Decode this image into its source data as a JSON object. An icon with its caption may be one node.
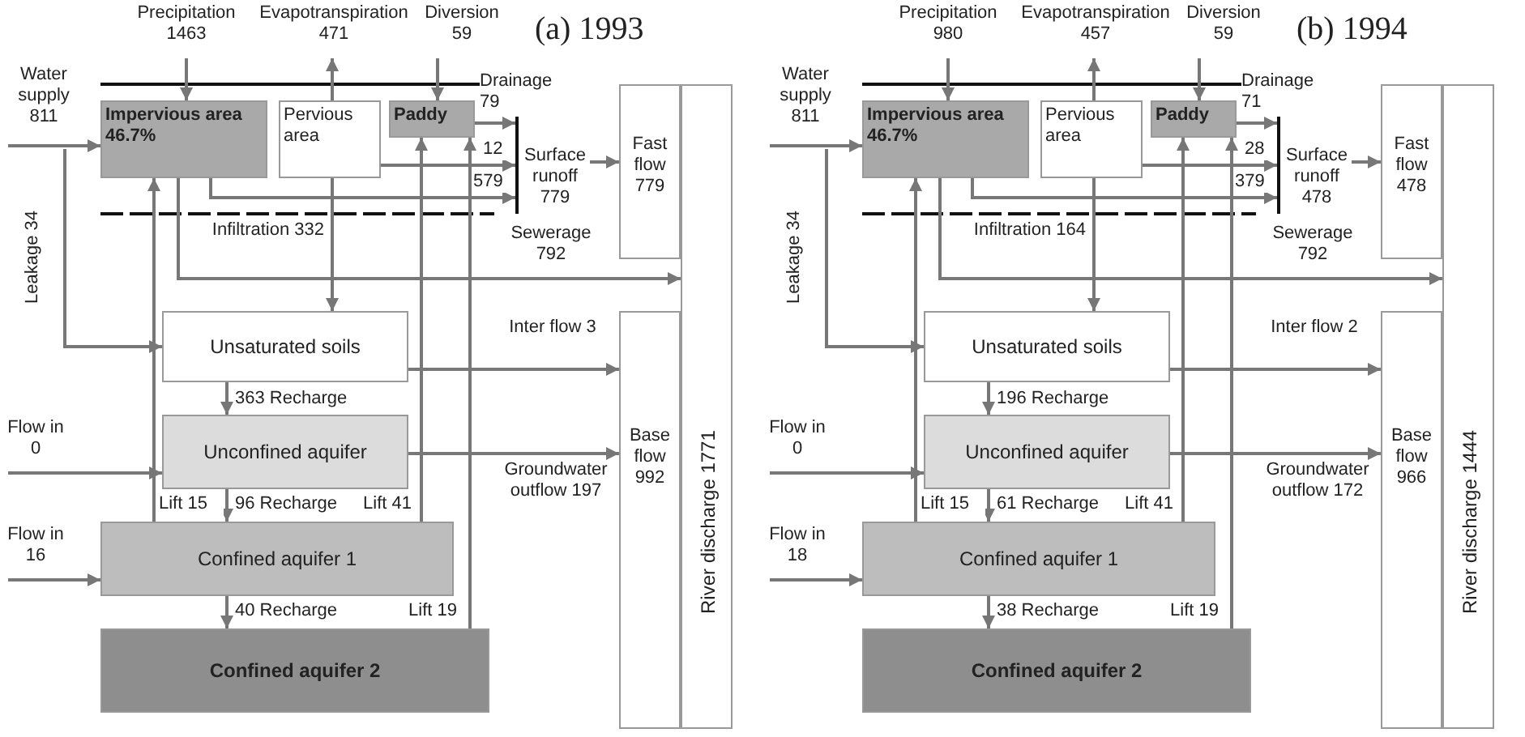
{
  "diagram": {
    "nodes": [
      {
        "text": [
          "Impervious area 46.7%"
        ]
      },
      {
        "text": [
          "Pervious area"
        ]
      },
      {
        "text": [
          "Paddy"
        ]
      },
      {
        "text": [
          "Surface runoff 779"
        ]
      },
      {
        "text": [
          "Fast flow 779"
        ]
      },
      {
        "text": [
          "Unsaturated soils"
        ]
      },
      {
        "text": [
          "Unconfined aquifer"
        ]
      },
      {
        "text": [
          "Confined aquifer 1"
        ]
      },
      {
        "text": [
          "Confined aquifer 2"
        ]
      },
      {
        "text": [
          "Base flow 992"
        ]
      },
      {
        "text": [
          "River discharge 1771"
        ]
      },
      {
        "text": [
          "Impervious area 46.7%"
        ]
      },
      {
        "text": [
          "Pervious area"
        ]
      },
      {
        "text": [
          "Paddy"
        ]
      },
      {
        "text": [
          "Surface runoff 478"
        ]
      },
      {
        "text": [
          "Fast flow 478"
        ]
      },
      {
        "text": [
          "Unsaturated soils"
        ]
      },
      {
        "text": [
          "Unconfined aquifer"
        ]
      },
      {
        "text": [
          "Confined aquifer 1"
        ]
      },
      {
        "text": [
          "Confined aquifer 2"
        ]
      },
      {
        "text": [
          "Base flow 966"
        ]
      },
      {
        "text": [
          "River discharge 1444"
        ]
      }
    ],
    "edges": [
      {
        "from": null,
        "to": 0,
        "arrow": "to",
        "label": "Precipitation 1463"
      },
      {
        "from": 1,
        "to": null,
        "arrow": "to",
        "label": "Evapotranspiration 471"
      },
      {
        "from": null,
        "to": 2,
        "arrow": "to",
        "label": "Diversion 59"
      },
      {
        "from": null,
        "to": 0,
        "arrow": "to",
        "label": "Water supply 811"
      },
      {
        "from": 2,
        "to": 3,
        "arrow": "to",
        "label": "Drainage 79"
      },
      {
        "from": 1,
        "to": 3,
        "arrow": "to",
        "label": "12"
      },
      {
        "from": 0,
        "to": 3,
        "arrow": "to",
        "label": "579"
      },
      {
        "from": 3,
        "to": 4,
        "arrow": "to"
      },
      {
        "from": null,
        "to": 5,
        "arrow": "to",
        "label": "Leakage 34"
      },
      {
        "from": 1,
        "to": 5,
        "arrow": "to",
        "label": "Infiltration 332"
      },
      {
        "from": 0,
        "to": 10,
        "arrow": "to",
        "label": "Sewerage 792"
      },
      {
        "from": 5,
        "to": 9,
        "arrow": "to",
        "label": "Inter flow 3"
      },
      {
        "from": 5,
        "to": 6,
        "arrow": "to",
        "label": "363 Recharge"
      },
      {
        "from": 6,
        "to": 9,
        "arrow": "to",
        "label": "Groundwater outflow 197"
      },
      {
        "from": 6,
        "to": 7,
        "arrow": "to",
        "label": "96 Recharge"
      },
      {
        "from": 7,
        "to": 8,
        "arrow": "to",
        "label": "40 Recharge"
      },
      {
        "from": null,
        "to": 6,
        "arrow": "to",
        "label": "Flow in 0"
      },
      {
        "from": null,
        "to": 7,
        "arrow": "to",
        "label": "Flow in 16"
      },
      {
        "from": 7,
        "to": 0,
        "arrow": "to",
        "label": "Lift 15"
      },
      {
        "from": 7,
        "to": 2,
        "arrow": "to",
        "label": "Lift 41"
      },
      {
        "from": 8,
        "to": 2,
        "arrow": "to",
        "label": "Lift 19"
      },
      {
        "from": null,
        "to": 11,
        "arrow": "to",
        "label": "Precipitation 980"
      },
      {
        "from": 12,
        "to": null,
        "arrow": "to",
        "label": "Evapotranspiration 457"
      },
      {
        "from": null,
        "to": 13,
        "arrow": "to",
        "label": "Diversion 59"
      },
      {
        "from": null,
        "to": 11,
        "arrow": "to",
        "label": "Water supply 811"
      },
      {
        "from": 13,
        "to": 14,
        "arrow": "to",
        "label": "Drainage 71"
      },
      {
        "from": 12,
        "to": 14,
        "arrow": "to",
        "label": "28"
      },
      {
        "from": 11,
        "to": 14,
        "arrow": "to",
        "label": "379"
      },
      {
        "from": 14,
        "to": 15,
        "arrow": "to"
      },
      {
        "from": null,
        "to": 16,
        "arrow": "to",
        "label": "Leakage 34"
      },
      {
        "from": 12,
        "to": 16,
        "arrow": "to",
        "label": "Infiltration 164"
      },
      {
        "from": 11,
        "to": 21,
        "arrow": "to",
        "label": "Sewerage 792"
      },
      {
        "from": 16,
        "to": 20,
        "arrow": "to",
        "label": "Inter flow 2"
      },
      {
        "from": 16,
        "to": 17,
        "arrow": "to",
        "label": "196 Recharge"
      },
      {
        "from": 17,
        "to": 20,
        "arrow": "to",
        "label": "Groundwater outflow 172"
      },
      {
        "from": 17,
        "to": 18,
        "arrow": "to",
        "label": "61 Recharge"
      },
      {
        "from": 18,
        "to": 19,
        "arrow": "to",
        "label": "38 Recharge"
      },
      {
        "from": null,
        "to": 17,
        "arrow": "to",
        "label": "Flow in 0"
      },
      {
        "from": null,
        "to": 18,
        "arrow": "to",
        "label": "Flow in 18"
      },
      {
        "from": 18,
        "to": 11,
        "arrow": "to",
        "label": "Lift 15"
      },
      {
        "from": 18,
        "to": 13,
        "arrow": "to",
        "label": "Lift 41"
      },
      {
        "from": 19,
        "to": 13,
        "arrow": "to",
        "label": "Lift 19"
      }
    ],
    "labels": [
      "(a) 1993",
      "(b) 1994"
    ]
  }
}
